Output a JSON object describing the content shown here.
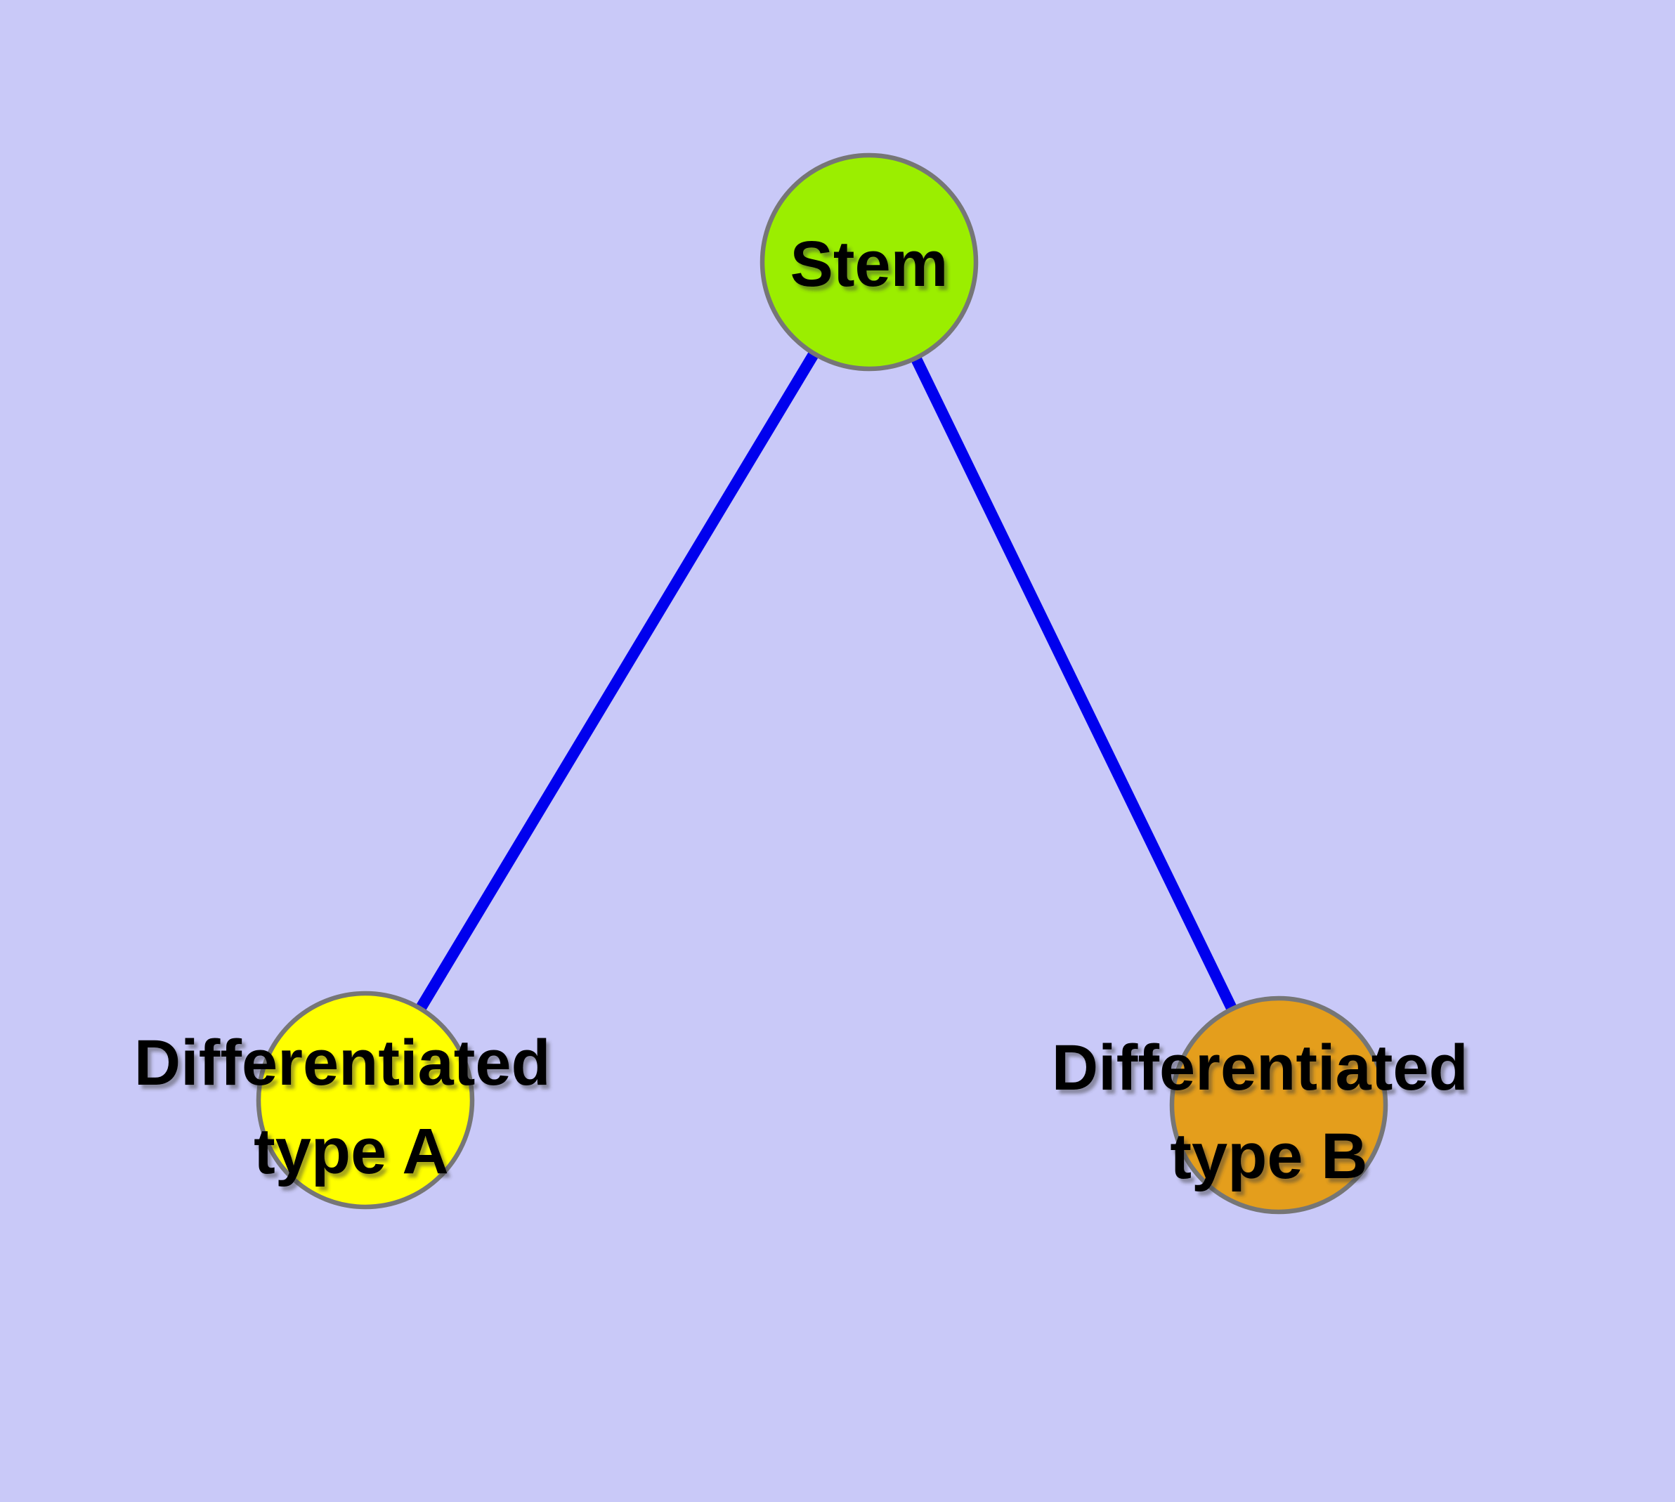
{
  "canvas": {
    "background": "#C9C9F8",
    "node_border_color": "#767676",
    "label_text_color": "#000000"
  },
  "edges": {
    "color": "#0000EE",
    "items": [
      {
        "from": "stem",
        "to": "differentiated-type-a"
      },
      {
        "from": "stem",
        "to": "differentiated-type-b"
      }
    ]
  },
  "nodes": {
    "stem": {
      "label": "Stem",
      "fill": "#9BEE00"
    },
    "type_a": {
      "label_line1": "Differentiated",
      "label_line2": "type A",
      "fill": "#FFFF00"
    },
    "type_b": {
      "label_line1": "Differentiated",
      "label_line2": "type B",
      "fill": "#E49E1C"
    }
  }
}
